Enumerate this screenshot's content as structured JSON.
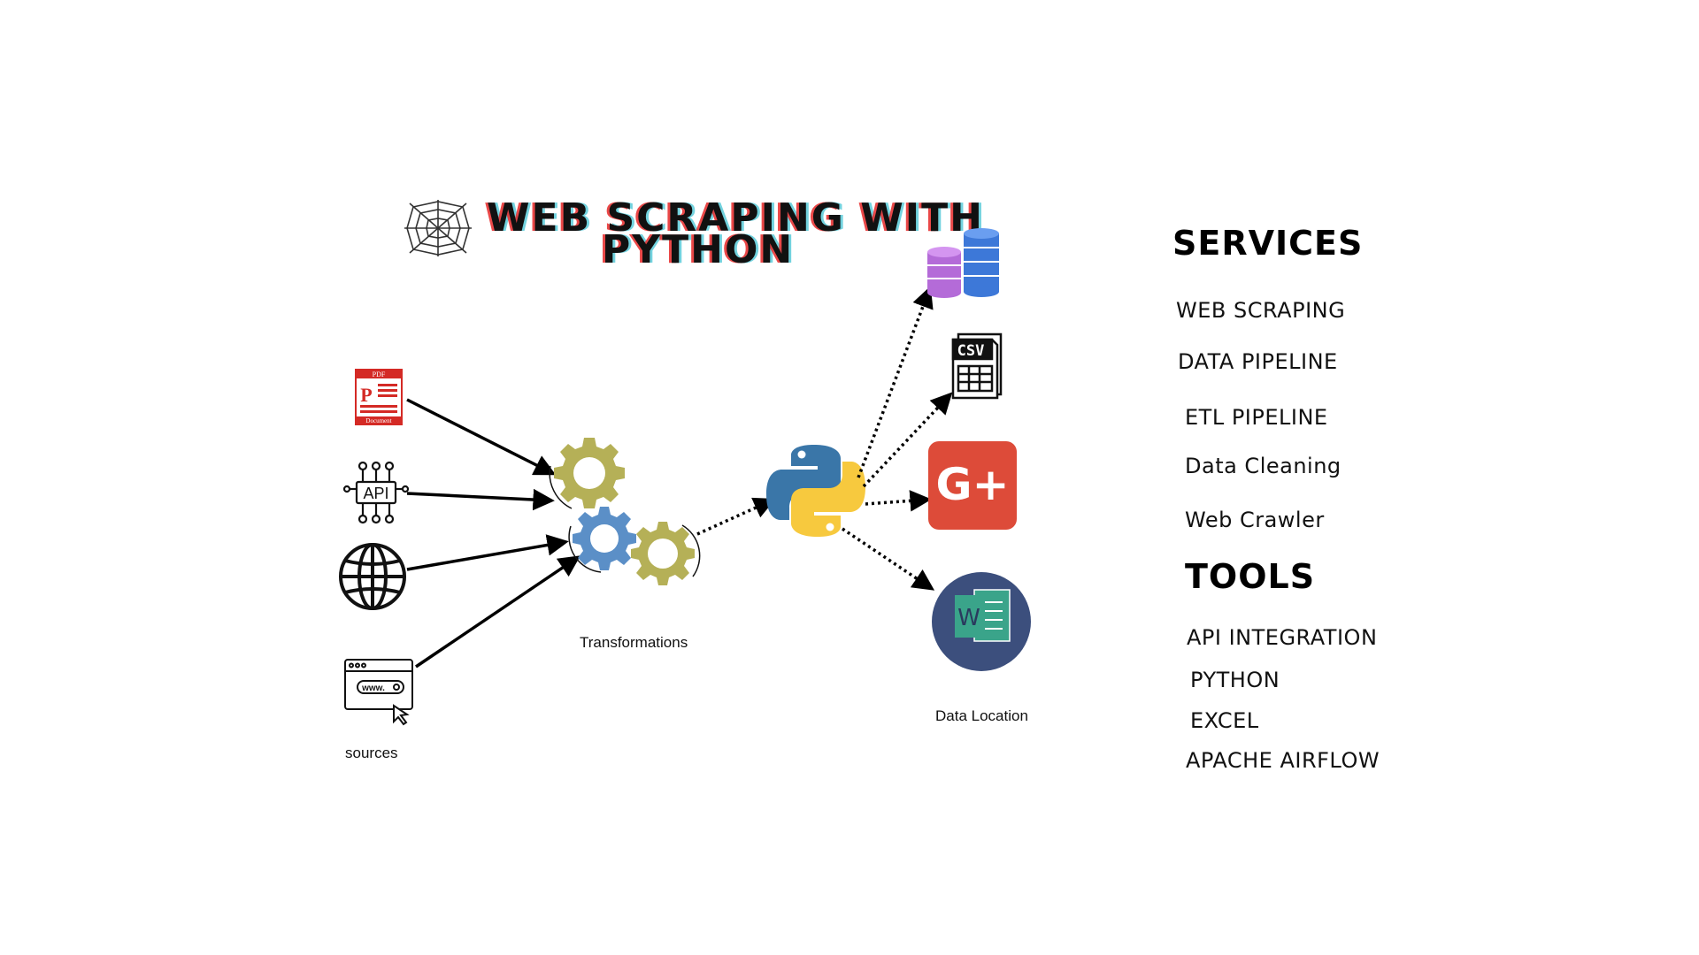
{
  "title": {
    "line1": "WEB SCRAPING WITH",
    "line2": "PYTHON"
  },
  "captions": {
    "sources": "sources",
    "transformations": "Transformations",
    "data_location": "Data Location"
  },
  "icons": {
    "pdf": {
      "badge": "PDF",
      "letter": "P",
      "footer": "Document"
    },
    "api": {
      "label": "API"
    },
    "browser": {
      "url": "www."
    },
    "csv": {
      "label": "CSV"
    },
    "google_plus": {
      "label": "G+"
    },
    "word": {
      "label": "W"
    }
  },
  "services": {
    "heading": "SERVICES",
    "items": [
      "WEB SCRAPING",
      "DATA PIPELINE",
      "ETL PIPELINE",
      "Data Cleaning",
      "Web Crawler"
    ]
  },
  "tools": {
    "heading": "TOOLS",
    "items": [
      "API INTEGRATION",
      "PYTHON",
      "EXCEL",
      "APACHE AIRFLOW"
    ]
  },
  "colors": {
    "gear_olive": "#b5b057",
    "gear_blue": "#5b8fc7",
    "google_red": "#dd4b39",
    "word_circle": "#3c4f7d",
    "word_doc": "#3aa48a",
    "db_purple": "#b46bd8",
    "db_blue": "#3d78d8",
    "python_blue": "#3a76a8",
    "python_yellow": "#f7c93e",
    "pdf_red": "#d42a25"
  }
}
